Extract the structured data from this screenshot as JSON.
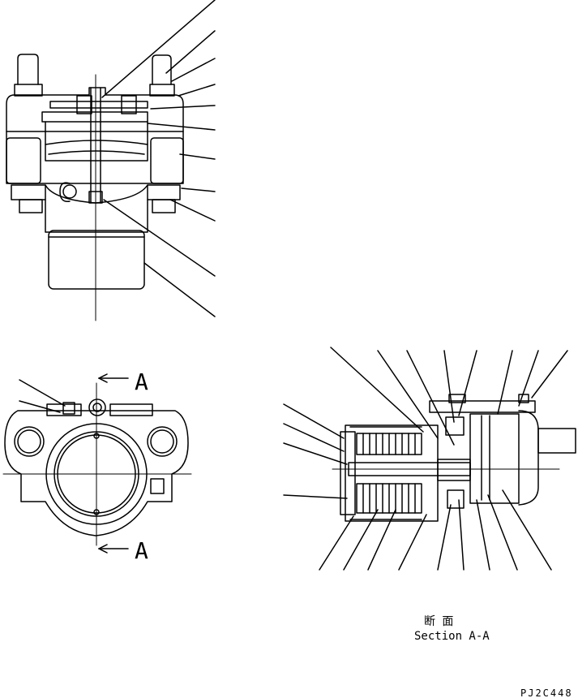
{
  "labels": {
    "section_marker_top": "A",
    "section_marker_bottom": "A",
    "section_caption_jp": "断 面",
    "section_caption": "Section A-A",
    "drawing_number": "PJ2C448"
  }
}
